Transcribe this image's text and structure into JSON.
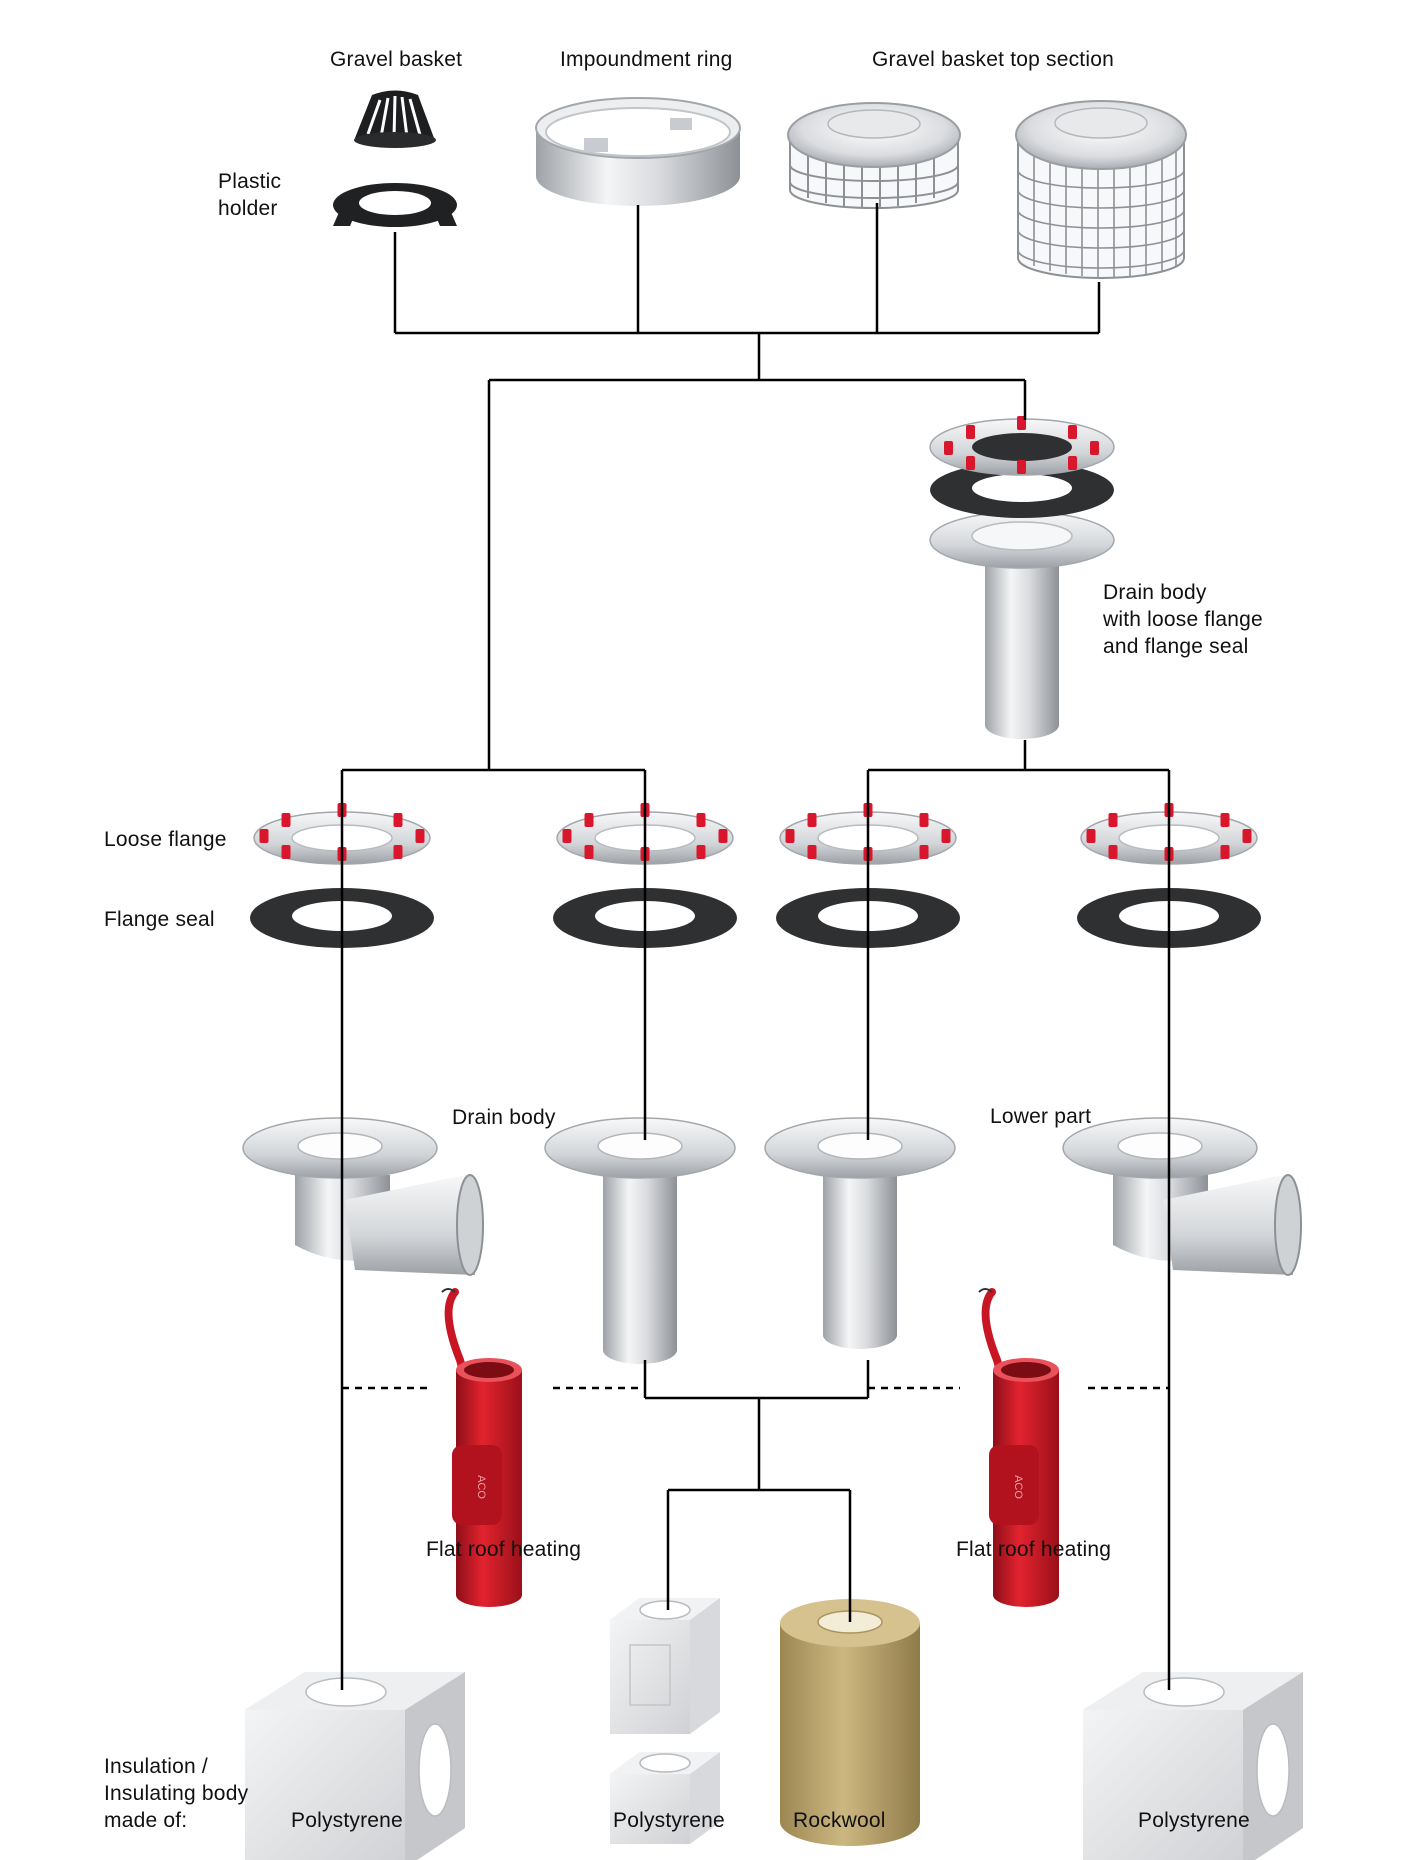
{
  "labels": {
    "gravel_basket": "Gravel basket",
    "impoundment_ring": "Impoundment ring",
    "gravel_basket_top_section": "Gravel basket top section",
    "plastic_holder": [
      "Plastic",
      "holder"
    ],
    "drain_body_loose_flange": [
      "Drain body",
      "with loose flange",
      "and flange seal"
    ],
    "loose_flange": "Loose flange",
    "flange_seal": "Flange seal",
    "drain_body": "Drain body",
    "lower_part": "Lower part",
    "flat_roof_heating_left": "Flat roof heating",
    "flat_roof_heating_right": "Flat roof heating",
    "insulation": [
      "Insulation /",
      "Insulating body",
      "made of:"
    ],
    "polystyrene_1": "Polystyrene",
    "polystyrene_2": "Polystyrene",
    "rockwool": "Rockwool",
    "polystyrene_3": "Polystyrene"
  },
  "heater_marking": "ACO",
  "colors": {
    "steel_light": "#f1f2f3",
    "steel_dark": "#a6aaaf",
    "seal": "#2f3032",
    "bolt_red": "#d8172d",
    "heater_red": "#c81624",
    "polystyrene": "#e3e4e6",
    "rockwool": "#b9a36f",
    "line": "#000000"
  }
}
